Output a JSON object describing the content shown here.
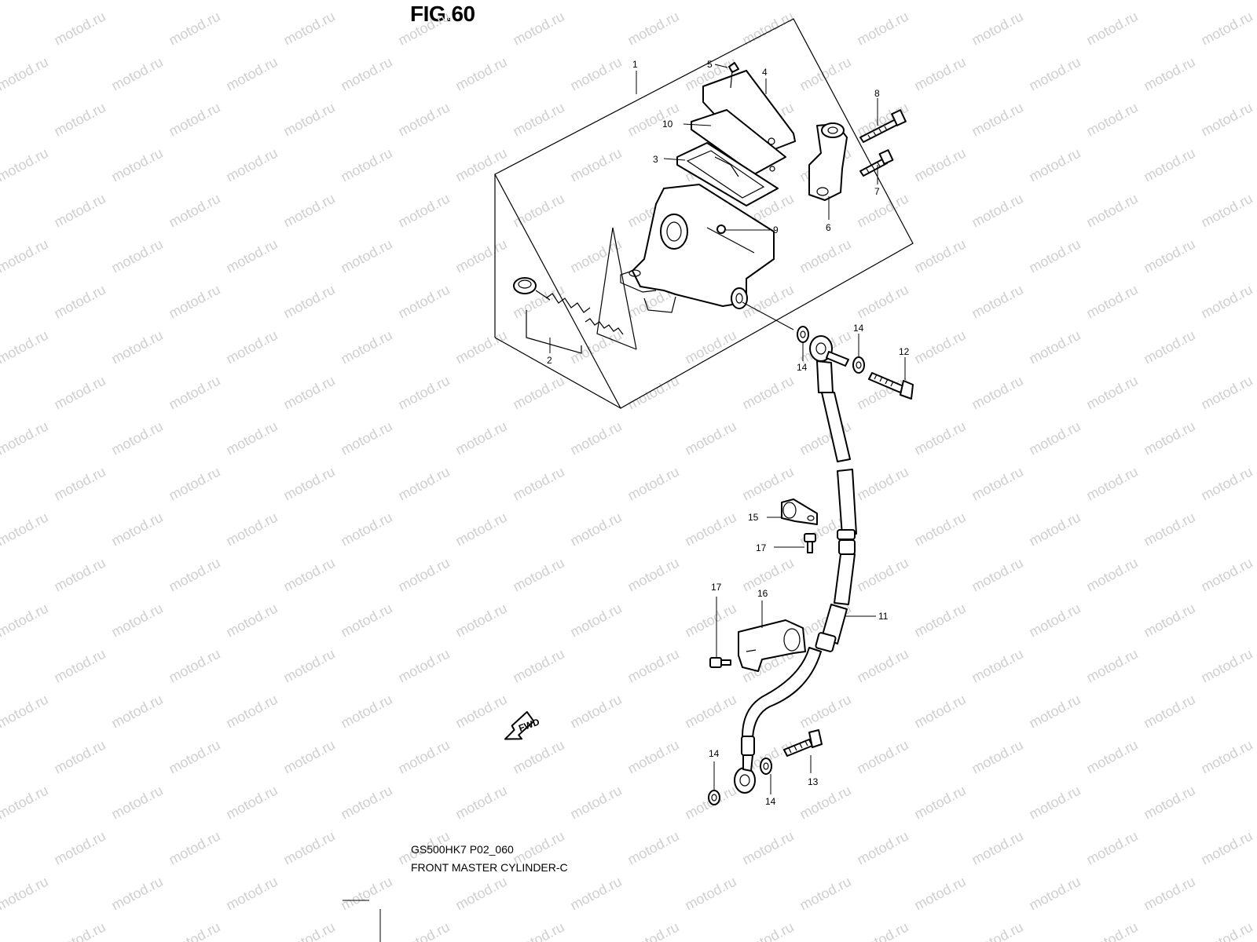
{
  "figure": {
    "title": "FIG.60",
    "code": "GS500HK7 P02_060",
    "name": "FRONT MASTER CYLINDER-C"
  },
  "watermark": {
    "text": "motod.ru",
    "color": "#cfcfcf"
  },
  "direction_badge": "FWD",
  "callouts": {
    "c1": "1",
    "c2": "2",
    "c3": "3",
    "c4": "4",
    "c5": "5",
    "c6": "6",
    "c7": "7",
    "c8": "8",
    "c9": "9",
    "c10": "10",
    "c11": "11",
    "c12": "12",
    "c13": "13",
    "c14a": "14",
    "c14b": "14",
    "c14c": "14",
    "c14d": "14",
    "c15": "15",
    "c16": "16",
    "c17a": "17",
    "c17b": "17"
  },
  "icons": {
    "fwd_arrow": "fwd-arrow-icon",
    "bolt": "bolt-icon",
    "washer": "washer-icon",
    "hose": "brake-hose-icon"
  }
}
